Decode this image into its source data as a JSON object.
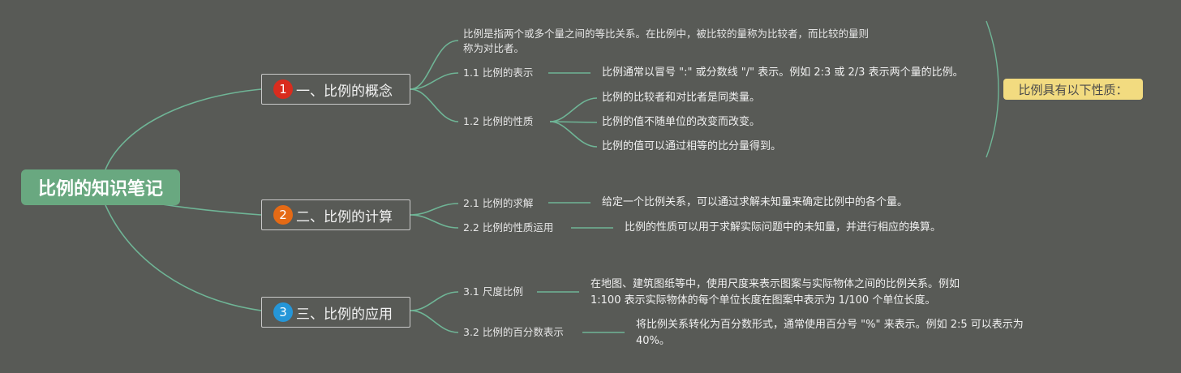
{
  "root": {
    "title": "比例的知识笔记"
  },
  "branches": [
    {
      "badge": "1",
      "label": "一、比例的概念",
      "intro": "比例是指两个或多个量之间的等比关系。在比例中，被比较的量称为比较者，而比较的量则称为对比者。",
      "subs": [
        {
          "label": "1.1 比例的表示",
          "details": [
            "比例通常以冒号 \":\" 或分数线 \"/\" 表示。例如 2:3 或 2/3 表示两个量的比例。"
          ]
        },
        {
          "label": "1.2 比例的性质",
          "details": [
            "比例的比较者和对比者是同类量。",
            "比例的值不随单位的改变而改变。",
            "比例的值可以通过相等的比分量得到。"
          ]
        }
      ]
    },
    {
      "badge": "2",
      "label": "二、比例的计算",
      "subs": [
        {
          "label": "2.1 比例的求解",
          "details": [
            "给定一个比例关系，可以通过求解未知量来确定比例中的各个量。"
          ]
        },
        {
          "label": "2.2 比例的性质运用",
          "details": [
            "比例的性质可以用于求解实际问题中的未知量，并进行相应的换算。"
          ]
        }
      ]
    },
    {
      "badge": "3",
      "label": "三、比例的应用",
      "subs": [
        {
          "label": "3.1 尺度比例",
          "details": [
            "在地图、建筑图纸等中，使用尺度来表示图案与实际物体之间的比例关系。例如 1:100 表示实际物体的每个单位长度在图案中表示为 1/100 个单位长度。"
          ]
        },
        {
          "label": "3.2 比例的百分数表示",
          "details": [
            "将比例关系转化为百分数形式，通常使用百分号 \"%\" 来表示。例如 2:5 可以表示为 40%。"
          ]
        }
      ]
    }
  ],
  "summary": {
    "label": "比例具有以下性质："
  },
  "colors": {
    "background": "#585a56",
    "link": "#6fb596",
    "root": "#69a880",
    "badge1": "#d92c1e",
    "badge2": "#e56a15",
    "badge3": "#2596d8",
    "summary": "#f2db80"
  }
}
